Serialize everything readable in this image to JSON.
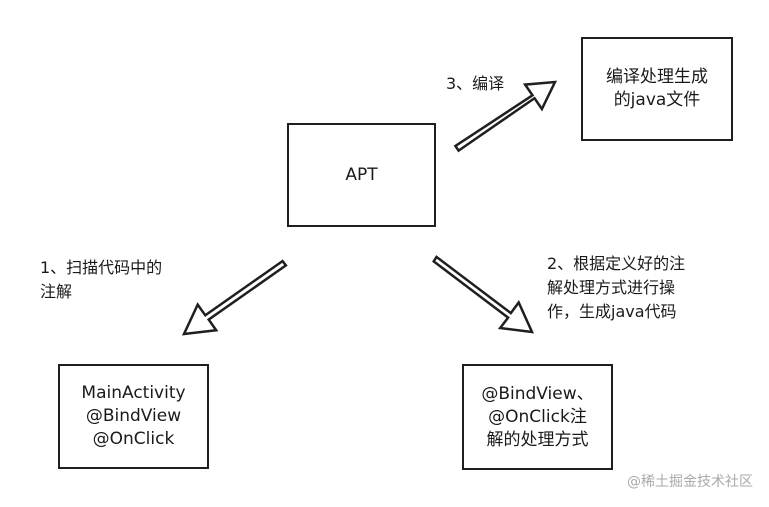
{
  "nodes": {
    "apt": {
      "lines": [
        "APT"
      ]
    },
    "output": {
      "lines": [
        "编译处理生成",
        "的java文件"
      ]
    },
    "source": {
      "lines": [
        "MainActivity",
        "@BindView",
        "@OnClick"
      ]
    },
    "handler": {
      "lines": [
        "@BindView、",
        "@OnClick注",
        "解的处理方式"
      ]
    }
  },
  "edges": {
    "scan": {
      "lines": [
        "1、扫描代码中的",
        "注解"
      ]
    },
    "generate": {
      "lines": [
        "2、根据定义好的注",
        "解处理方式进行操",
        "作，生成java代码"
      ]
    },
    "compile": {
      "lines": [
        "3、编译"
      ]
    }
  },
  "watermark": "@稀土掘金技术社区"
}
